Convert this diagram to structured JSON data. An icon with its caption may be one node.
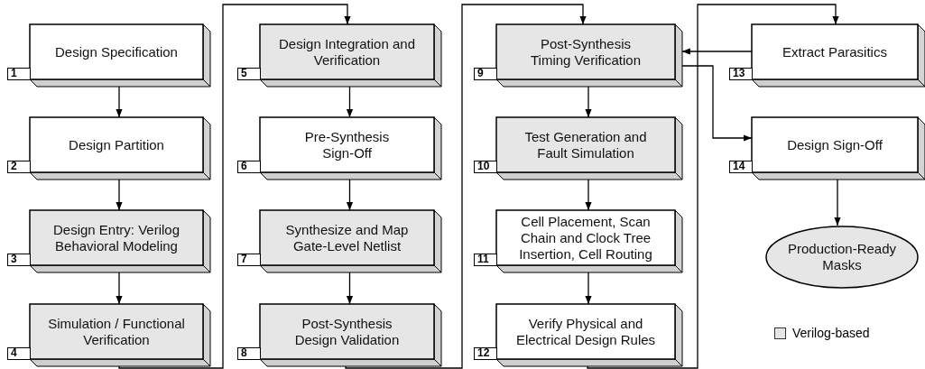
{
  "diagram": {
    "nodes": [
      {
        "text": [
          "Design Specification"
        ],
        "beside": [
          "1"
        ]
      },
      {
        "text": [
          "Design Partition"
        ],
        "beside": [
          "2"
        ]
      },
      {
        "text": [
          "Design Entry: Verilog Behavioral Modeling"
        ],
        "beside": [
          "3"
        ]
      },
      {
        "text": [
          "Simulation / Functional Verification"
        ],
        "beside": [
          "4"
        ]
      },
      {
        "text": [
          "Design Integration and Verification"
        ],
        "beside": [
          "5"
        ]
      },
      {
        "text": [
          "Pre-Synthesis Sign-Off"
        ],
        "beside": [
          "6"
        ]
      },
      {
        "text": [
          "Synthesize and Map Gate-Level Netlist"
        ],
        "beside": [
          "7"
        ]
      },
      {
        "text": [
          "Post-Synthesis Design Validation"
        ],
        "beside": [
          "8"
        ]
      },
      {
        "text": [
          "Post-Synthesis Timing Verification"
        ],
        "beside": [
          "9"
        ]
      },
      {
        "text": [
          "Test Generation and Fault Simulation"
        ],
        "beside": [
          "10"
        ]
      },
      {
        "text": [
          "Cell Placement, Scan Chain and Clock Tree Insertion, Cell Routing"
        ],
        "beside": [
          "11"
        ]
      },
      {
        "text": [
          "Verify Physical and Electrical Design Rules"
        ],
        "beside": [
          "12"
        ]
      },
      {
        "text": [
          "Extract Parasitics"
        ],
        "beside": [
          "13"
        ]
      },
      {
        "text": [
          "Design Sign-Off"
        ],
        "beside": [
          "14"
        ]
      },
      {
        "text": [
          "Production-Ready Masks"
        ]
      }
    ],
    "edges": [
      {
        "from": 0,
        "to": 1,
        "arrow": "to"
      },
      {
        "from": 1,
        "to": 2,
        "arrow": "to"
      },
      {
        "from": 2,
        "to": 3,
        "arrow": "to"
      },
      {
        "from": 3,
        "to": 4,
        "arrow": "to"
      },
      {
        "from": 4,
        "to": 5,
        "arrow": "to"
      },
      {
        "from": 5,
        "to": 6,
        "arrow": "to"
      },
      {
        "from": 6,
        "to": 7,
        "arrow": "to"
      },
      {
        "from": 7,
        "to": 8,
        "arrow": "to"
      },
      {
        "from": 8,
        "to": 9,
        "arrow": "to"
      },
      {
        "from": 9,
        "to": 10,
        "arrow": "to"
      },
      {
        "from": 10,
        "to": 11,
        "arrow": "to"
      },
      {
        "from": 11,
        "to": 12,
        "arrow": "to"
      },
      {
        "from": 12,
        "to": 8,
        "arrow": "to"
      },
      {
        "from": 8,
        "to": 13,
        "arrow": "to"
      },
      {
        "from": 13,
        "to": 14,
        "arrow": "to"
      }
    ],
    "legend": [
      {
        "text": "Verilog-based",
        "color": "#e6e6e6"
      }
    ]
  }
}
